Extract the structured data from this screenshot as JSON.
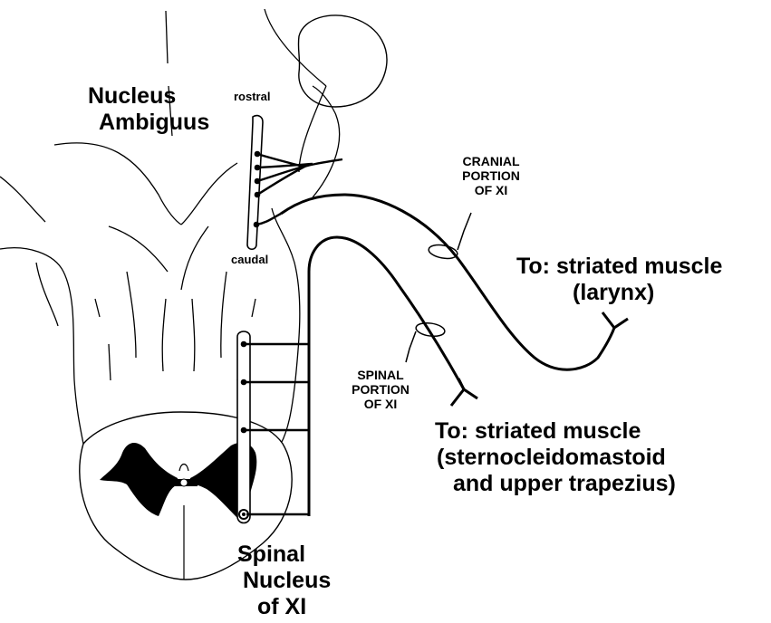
{
  "labels": {
    "nucleus_ambiguus": [
      "Nucleus",
      "Ambiguus"
    ],
    "rostral": "rostral",
    "caudal": "caudal",
    "cranial_portion": [
      "CRANIAL",
      "PORTION",
      "OF  XI"
    ],
    "spinal_portion": [
      "SPINAL",
      "PORTION",
      "OF  XI"
    ],
    "larynx_target": [
      "To: striated muscle",
      "(larynx)"
    ],
    "scm_target": [
      "To: striated muscle",
      "(sternocleidomastoid",
      "and upper trapezius)"
    ],
    "spinal_nucleus": [
      "Spinal",
      "Nucleus",
      "of  XI"
    ]
  },
  "colors": {
    "ink": "#000000",
    "background": "#ffffff"
  }
}
